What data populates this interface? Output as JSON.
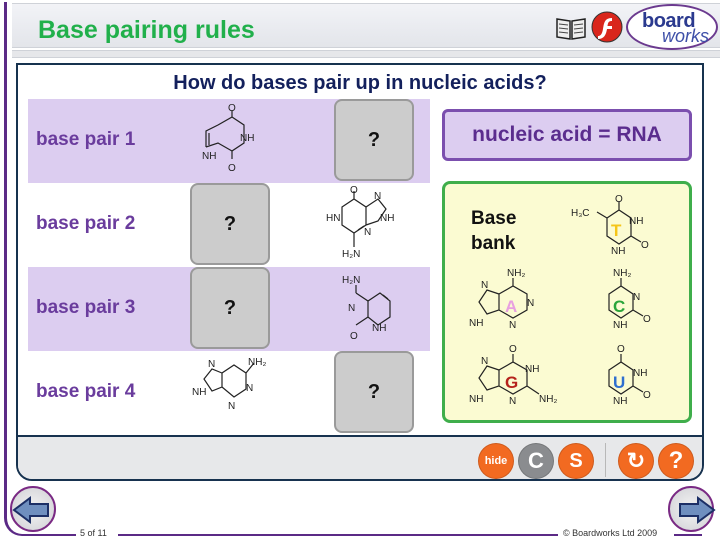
{
  "header": {
    "title": "Base pairing rules",
    "icons": [
      "book-icon",
      "flash-icon"
    ],
    "logo": {
      "line1": "board",
      "line2": "works"
    }
  },
  "main": {
    "question": "How do bases pair up in nucleic acids?",
    "rows": [
      {
        "label": "base pair 1",
        "left": "uracil-structure",
        "right": "?"
      },
      {
        "label": "base pair 2",
        "left": "?",
        "right": "guanine-structure"
      },
      {
        "label": "base pair 3",
        "left": "?",
        "right": "cytosine-structure"
      },
      {
        "label": "base pair 4",
        "left": "adenine-structure",
        "right": "?"
      }
    ],
    "nucleic_acid_label": "nucleic acid = RNA",
    "base_bank": {
      "title_line1": "Base",
      "title_line2": "bank",
      "bases": [
        {
          "letter": "T",
          "name": "thymine",
          "color": "#f5c518"
        },
        {
          "letter": "A",
          "name": "adenine",
          "color": "#e8a0e0"
        },
        {
          "letter": "C",
          "name": "cytosine",
          "color": "#2aa53a"
        },
        {
          "letter": "G",
          "name": "guanine",
          "color": "#b5221c"
        },
        {
          "letter": "U",
          "name": "uracil",
          "color": "#2f6fcf"
        }
      ]
    },
    "labels": {
      "O": "O",
      "NH": "NH",
      "N": "N",
      "NH2": "NH₂",
      "H2N": "H₂N",
      "HN": "HN",
      "H3C": "H₃C"
    }
  },
  "controls": {
    "hide_label": "hide",
    "c_label": "C",
    "s_label": "S",
    "undo_icon": "↻",
    "help_label": "?"
  },
  "footer": {
    "page_indicator": "5 of 11",
    "copyright": "© Boardworks Ltd 2009"
  }
}
